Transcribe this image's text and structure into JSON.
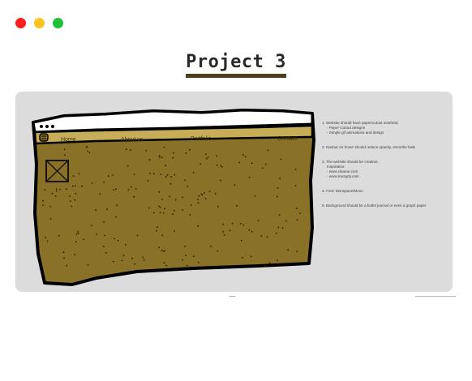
{
  "window_controls": {
    "close_color": "#ff1e1e",
    "minimize_color": "#ffc21f",
    "maximize_color": "#1fbf3a"
  },
  "page": {
    "title": "Project 3"
  },
  "sketch": {
    "colors": {
      "card_bg": "#dcdcdc",
      "page_fill": "#8a7128",
      "navbar_fill": "#c8ad58",
      "outline": "#000000"
    },
    "nav_items": [
      "Home",
      "About us",
      "Portfolio",
      "Contact"
    ],
    "notes": [
      {
        "text": "1. Website should have paper/cutout aesthetic",
        "sub": [
          "- Paper Cutout designs",
          "- Simple gif animations and design"
        ]
      },
      {
        "text": "2. Navbar on hover should reduce opacity, smoothe fade",
        "sub": []
      },
      {
        "text": "3. The website should be creative;",
        "sub": [
          "Inspiration:",
          "- www.ckiame.com",
          "- www.mezgrty.com"
        ]
      },
      {
        "text": "4. Font: Monspace/Mono",
        "sub": []
      },
      {
        "text": "5. Background should be a bullet journal or even a graph paper",
        "sub": []
      }
    ]
  }
}
